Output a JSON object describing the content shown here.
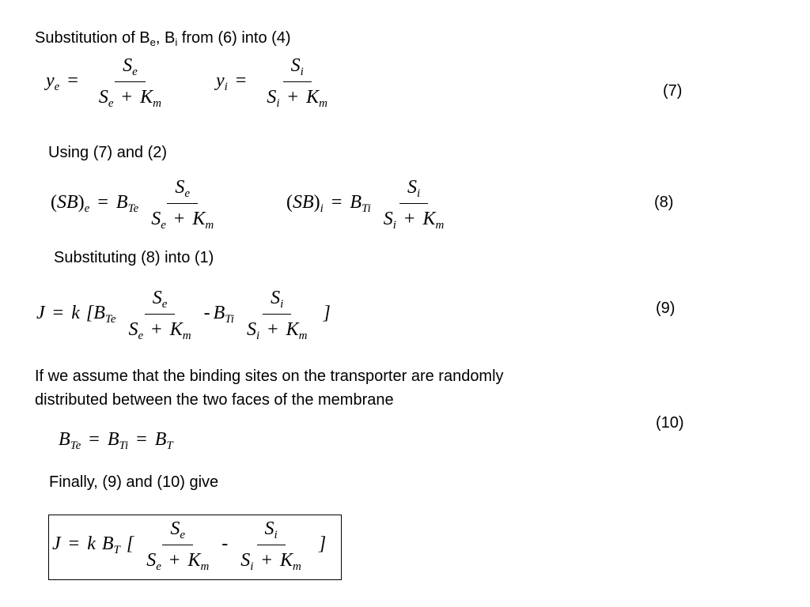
{
  "intro": {
    "lead": "Substitution of B",
    "s1": "e",
    "sep": ", B",
    "s2": "i",
    "tail": " from (6) into (4)"
  },
  "using_72": "Using (7) and (2)",
  "substituting_81": "Substituting (8) into (1)",
  "assume_line1": "If we assume that the binding sites on the transporter are randomly",
  "assume_line2": "distributed between the two faces of the membrane",
  "finally": "Finally, (9) and (10) give",
  "eq_numbers": {
    "eq7": "(7)",
    "eq8": "(8)",
    "eq9": "(9)",
    "eq10": "(10)"
  },
  "sym": {
    "y": "y",
    "S": "S",
    "K": "K",
    "B": "B",
    "J": "J",
    "k": "k",
    "SB": "SB",
    "lp": "(",
    "rp": ")",
    "e": "e",
    "i": "i",
    "m": "m",
    "Te": "Te",
    "Ti": "Ti",
    "T": "T",
    "eq": "=",
    "plus": "+",
    "minus": "-",
    "lb": "[",
    "rb": "]"
  }
}
